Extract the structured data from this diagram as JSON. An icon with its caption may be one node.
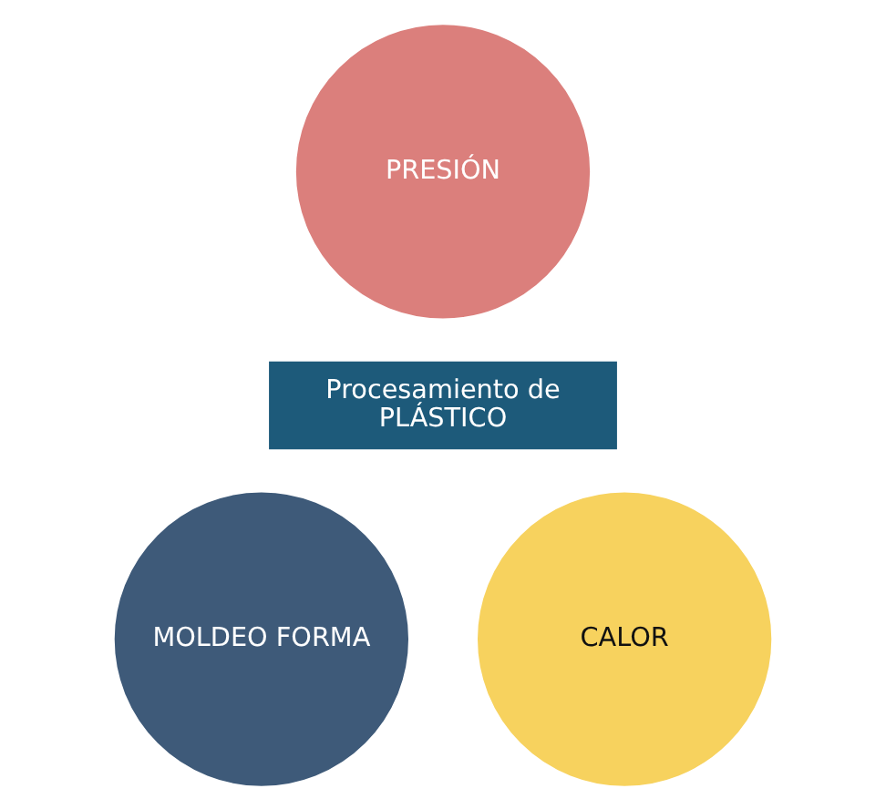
{
  "diagram": {
    "nodes": [
      {
        "text": [
          "PRESIÓN"
        ]
      },
      {
        "text": [
          "Procesamiento de PLÁSTICO"
        ]
      },
      {
        "text": [
          "MOLDEO FORMA"
        ]
      },
      {
        "text": [
          "CALOR"
        ]
      }
    ]
  }
}
